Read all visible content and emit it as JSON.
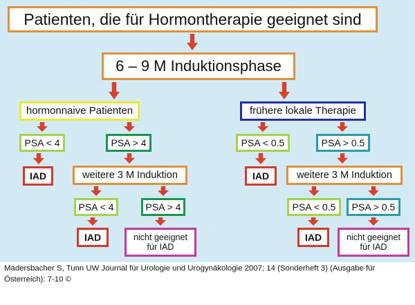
{
  "diagram": {
    "title": "Patienten, die für Hormontherapie geeignet sind",
    "induction": "6 – 9 M Induktionsphase",
    "left_branch": {
      "label": "hormonnaive Patienten",
      "psa_low": "PSA < 4",
      "psa_high": "PSA > 4",
      "iad_1": "IAD",
      "further_induction": "weitere 3 M Induktion",
      "psa_low_2": "PSA < 4",
      "psa_high_2": "PSA > 4",
      "iad_2": "IAD",
      "not_suitable_line1": "nicht geeignet",
      "not_suitable_line2": "für IAD"
    },
    "right_branch": {
      "label": "frühere lokale Therapie",
      "psa_low": "PSA < 0.5",
      "psa_high": "PSA > 0.5",
      "iad_1": "IAD",
      "further_induction": "weitere 3 M Induktion",
      "psa_low_2": "PSA < 0.5",
      "psa_high_2": "PSA > 0.5",
      "iad_2": "IAD",
      "not_suitable_line1": "nicht geeignet",
      "not_suitable_line2": "für IAD"
    }
  },
  "caption": "Madersbacher S, Tunn UW Journal für Urologie und Urogynäkologie 2007; 14 (Sonderheft 3) (Ausgabe für Österreich): 7-10 ©",
  "colors": {
    "background": "#d4ebf5",
    "arrow": "#d9412a",
    "orange": "#e0913a",
    "yellow": "#ece933",
    "blue": "#1e2fa8",
    "green": "#19964d",
    "lime": "#a4d44a",
    "teal": "#2a9aa8",
    "red": "#d23a2a",
    "pink": "#c23a9e"
  }
}
